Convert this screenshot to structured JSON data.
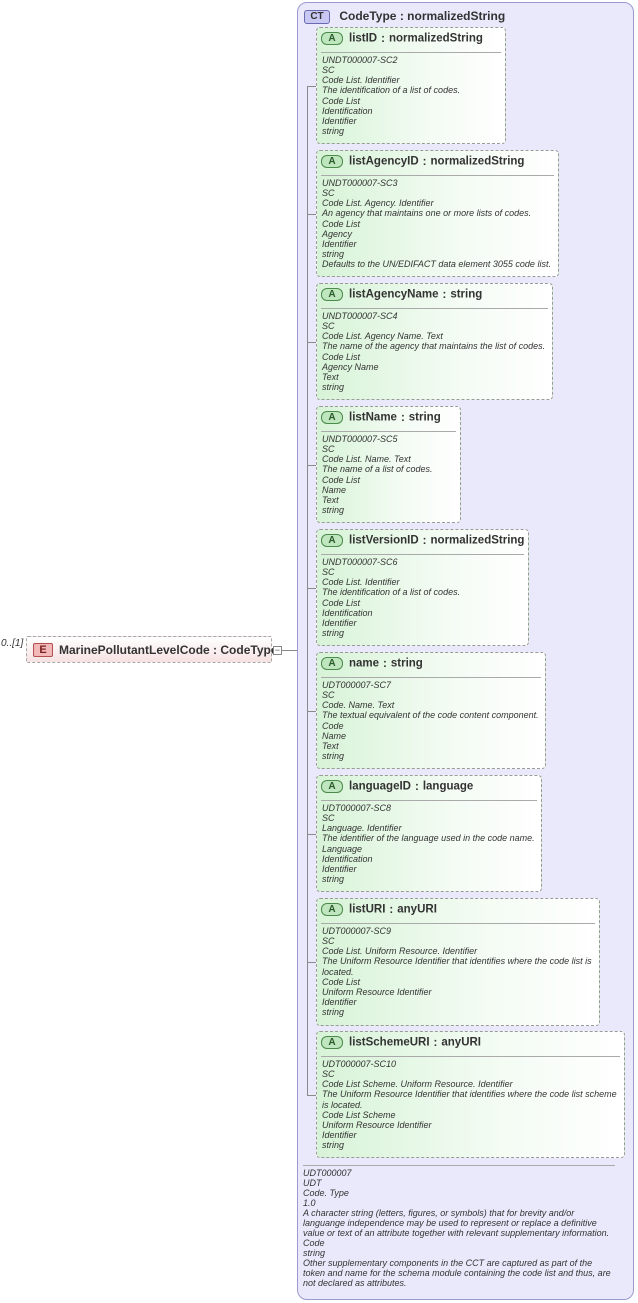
{
  "element": {
    "badge": "E",
    "name": "MarinePollutantLevelCode",
    "type_sep": ":",
    "type": "CodeType",
    "cardinality": "0..[1]",
    "expander": "−"
  },
  "complex_type": {
    "badge": "CT",
    "name": "CodeType",
    "type_sep": ":",
    "base": "normalizedString"
  },
  "attributes": [
    {
      "name": "listID",
      "type": "normalizedString",
      "doc": [
        "UNDT000007-SC2",
        "SC",
        "Code List. Identifier",
        "The identification of a list of codes.",
        "Code List",
        "Identification",
        "Identifier",
        "string"
      ]
    },
    {
      "name": "listAgencyID",
      "type": "normalizedString",
      "doc": [
        "UNDT000007-SC3",
        "SC",
        "Code List. Agency. Identifier",
        "An agency that maintains one or more lists of codes.",
        "Code List",
        "Agency",
        "Identifier",
        "string",
        "Defaults to the UN/EDIFACT data element 3055 code list."
      ]
    },
    {
      "name": "listAgencyName",
      "type": "string",
      "doc": [
        "UNDT000007-SC4",
        "SC",
        "Code List. Agency Name. Text",
        "The name of the agency that maintains the list of codes.",
        "Code List",
        "Agency Name",
        "Text",
        "string"
      ]
    },
    {
      "name": "listName",
      "type": "string",
      "doc": [
        "UNDT000007-SC5",
        "SC",
        "Code List. Name. Text",
        "The name of a list of codes.",
        "Code List",
        "Name",
        "Text",
        "string"
      ]
    },
    {
      "name": "listVersionID",
      "type": "normalizedString",
      "doc": [
        "UNDT000007-SC6",
        "SC",
        "Code List. Identifier",
        "The identification of a list of codes.",
        "Code List",
        "Identification",
        "Identifier",
        "string"
      ]
    },
    {
      "name": "name",
      "type": "string",
      "doc": [
        "UDT000007-SC7",
        "SC",
        "Code. Name. Text",
        "The textual equivalent of the code content component.",
        "Code",
        "Name",
        "Text",
        "string"
      ]
    },
    {
      "name": "languageID",
      "type": "language",
      "doc": [
        "UDT000007-SC8",
        "SC",
        "Language. Identifier",
        "The identifier of the language used in the code name.",
        "Language",
        "Identification",
        "Identifier",
        "string"
      ]
    },
    {
      "name": "listURI",
      "type": "anyURI",
      "doc": [
        "UDT000007-SC9",
        "SC",
        "Code List. Uniform Resource. Identifier",
        "The Uniform Resource Identifier that identifies where the code list is located.",
        "Code List",
        "Uniform Resource Identifier",
        "Identifier",
        "string"
      ]
    },
    {
      "name": "listSchemeURI",
      "type": "anyURI",
      "doc": [
        "UDT000007-SC10",
        "SC",
        "Code List Scheme. Uniform Resource. Identifier",
        "The Uniform Resource Identifier that identifies where the code list scheme is located.",
        "Code List Scheme",
        "Uniform Resource Identifier",
        "Identifier",
        "string"
      ]
    }
  ],
  "attribute_badge": "A",
  "attribute_type_sep": ":",
  "footer": [
    "UDT000007",
    "UDT",
    "Code. Type",
    "1.0",
    "A character string (letters, figures, or symbols) that for brevity and/or languange independence may be used to represent or replace a definitive value or text of an attribute together with relevant supplementary information.",
    "Code",
    "string",
    "Other supplementary components in the CCT are captured as part of the token and name for the schema module containing the code list and thus, are not declared as attributes."
  ]
}
